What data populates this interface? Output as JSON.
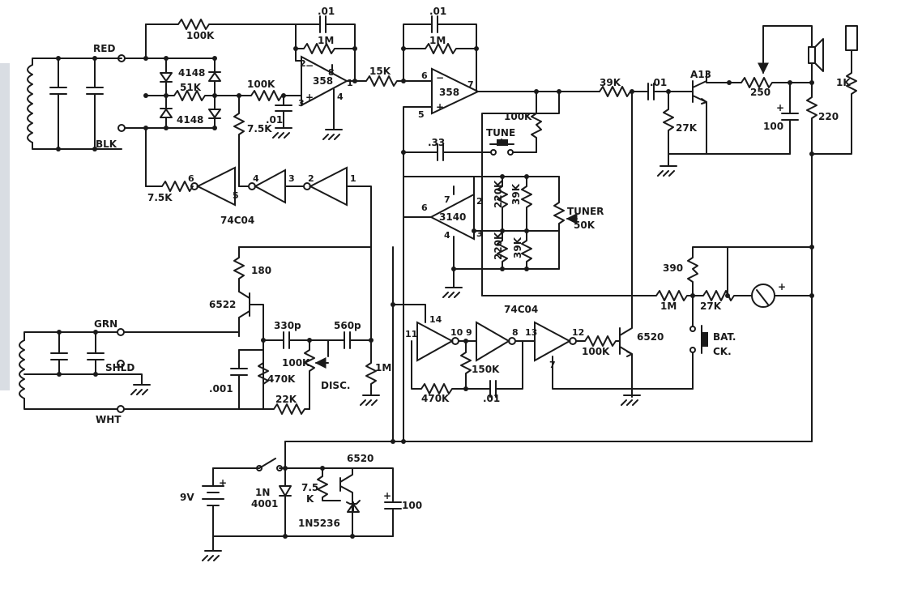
{
  "labels": {
    "red": "RED",
    "blk": "BLK",
    "grn": "GRN",
    "shld": "SHLD",
    "wht": "WHT",
    "d4148a": "4148",
    "d4148b": "4148",
    "r51k": "51K",
    "r100k_top": "100K",
    "r100k_in": "100K",
    "r75k_a": "7.5K",
    "r75k_b": "7.5K",
    "c01_a": ".01",
    "c01_b": ".01",
    "c01_c": ".01",
    "c01_d": ".01",
    "c01_e": ".01",
    "r1m_a": "1M",
    "r1m_b": "1M",
    "r1m_c": "1M",
    "r1m_d": "1M",
    "op358_a": "358",
    "op358_b": "358",
    "r15k": "15K",
    "r39k": "39K",
    "q_a13": "A13",
    "pot250": "250",
    "r27k_a": "27K",
    "r27k_b": "27K",
    "c100_a": "100",
    "c100_b": "100",
    "r220": "220",
    "r1k": "1K",
    "c33": ".33",
    "tune": "TUNE",
    "r100k_tune": "100K",
    "op3140": "3140",
    "r220k_a": "220K",
    "r220k_b": "220K",
    "r39k_a": "39K",
    "r39k_b": "39K",
    "tuner": "TUNER",
    "tuner_val": "50K",
    "ic74c04_a": "74C04",
    "ic74c04_b": "74C04",
    "r180": "180",
    "q6522": "6522",
    "c330p": "330p",
    "c560p": "560p",
    "r100k_disc": "100K",
    "r470k_a": "470K",
    "disc": "DISC.",
    "r22k": "22K",
    "c001": ".001",
    "r390": "390",
    "bat": "BAT.",
    "ck": "CK.",
    "r150k": "150K",
    "r470k_b": "470K",
    "r100k_q": "100K",
    "q6520_a": "6520",
    "q6520_b": "6520",
    "v9": "9V",
    "d1n4001a": "1N",
    "d1n4001b": "4001",
    "r75k_reg_a": "7.5",
    "r75k_reg_b": "K",
    "zener": "1N5236",
    "plus": "+"
  },
  "pins": {
    "p1": "1",
    "p2": "2",
    "p3": "3",
    "p4": "4",
    "p5": "5",
    "p6": "6",
    "p7": "7",
    "p8": "8",
    "p9": "9",
    "p10": "10",
    "p11": "11",
    "p12": "12",
    "p13": "13",
    "p14": "14"
  }
}
